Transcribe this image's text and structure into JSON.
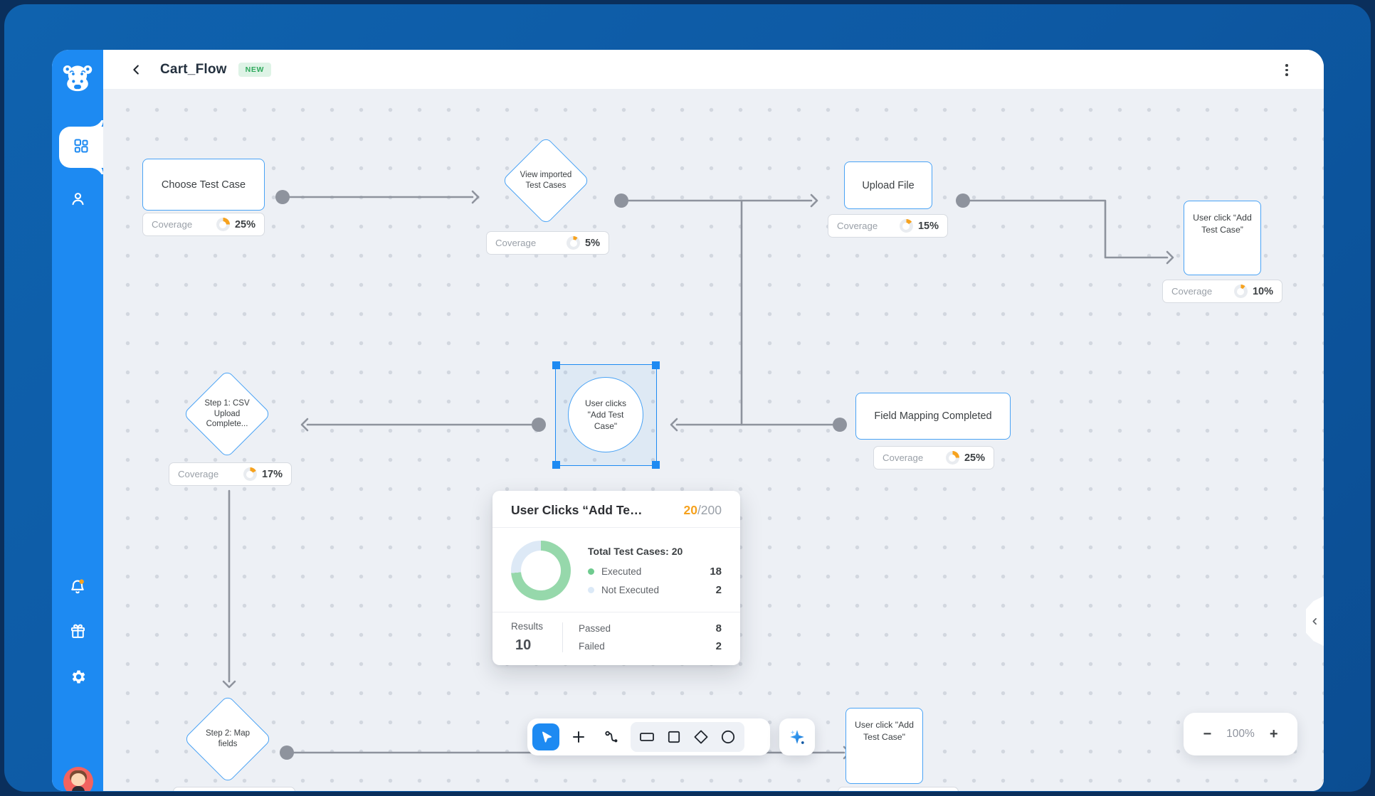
{
  "colors": {
    "accent": "#1D8AF2",
    "orange": "#F6A21E",
    "green": "#35B263",
    "donut_green": "#96D8AB",
    "donut_blue": "#DDE9F6",
    "edge_gray": "#8E939D"
  },
  "header": {
    "title": "Cart_Flow",
    "badge": "NEW"
  },
  "canvas": {
    "coverage_label": "Coverage",
    "nodes": [
      {
        "id": "choose-test-case",
        "shape": "rect",
        "label": "Choose Test Case",
        "coverage": "25%",
        "coverage_pct": 25
      },
      {
        "id": "view-imported-test-cases",
        "shape": "diamond",
        "label": "View imported Test Cases",
        "coverage": "5%",
        "coverage_pct": 5
      },
      {
        "id": "upload-file",
        "shape": "rect",
        "label": "Upload File",
        "coverage": "15%",
        "coverage_pct": 15
      },
      {
        "id": "user-click-add-test-case-right",
        "shape": "rect",
        "label": "User click “Add Test Case”",
        "coverage": "10%",
        "coverage_pct": 10
      },
      {
        "id": "step-1-csv-upload",
        "shape": "diamond",
        "label": "Step 1: CSV Upload Complete...",
        "coverage": "17%",
        "coverage_pct": 17
      },
      {
        "id": "user-clicks-add-test-case-circle",
        "shape": "circle",
        "label": "User clicks \"Add Test Case\"",
        "selected": true
      },
      {
        "id": "field-mapping-completed",
        "shape": "rect",
        "label": "Field Mapping Completed",
        "coverage": "25%",
        "coverage_pct": 25
      },
      {
        "id": "step-2-map-fields",
        "shape": "diamond",
        "label": "Step 2: Map fields"
      },
      {
        "id": "user-click-add-test-case-bottom",
        "shape": "rect",
        "label": "User click \"Add Test Case\""
      }
    ]
  },
  "popup": {
    "title": "User Clicks “Add Te…",
    "count": "20",
    "total": "/200",
    "total_label": "Total Test Cases: 20",
    "legend": [
      {
        "label": "Executed",
        "value": "18"
      },
      {
        "label": "Not Executed",
        "value": "2"
      }
    ],
    "results_label": "Results",
    "results_value": "10",
    "rows": [
      {
        "label": "Passed",
        "value": "8"
      },
      {
        "label": "Failed",
        "value": "2"
      }
    ],
    "donut": {
      "executed_deg": 265,
      "executed_color": "#96D8AB",
      "not_executed_color": "#DDE9F6"
    }
  },
  "zoom": {
    "minus": "−",
    "value": "100%",
    "plus": "+"
  }
}
